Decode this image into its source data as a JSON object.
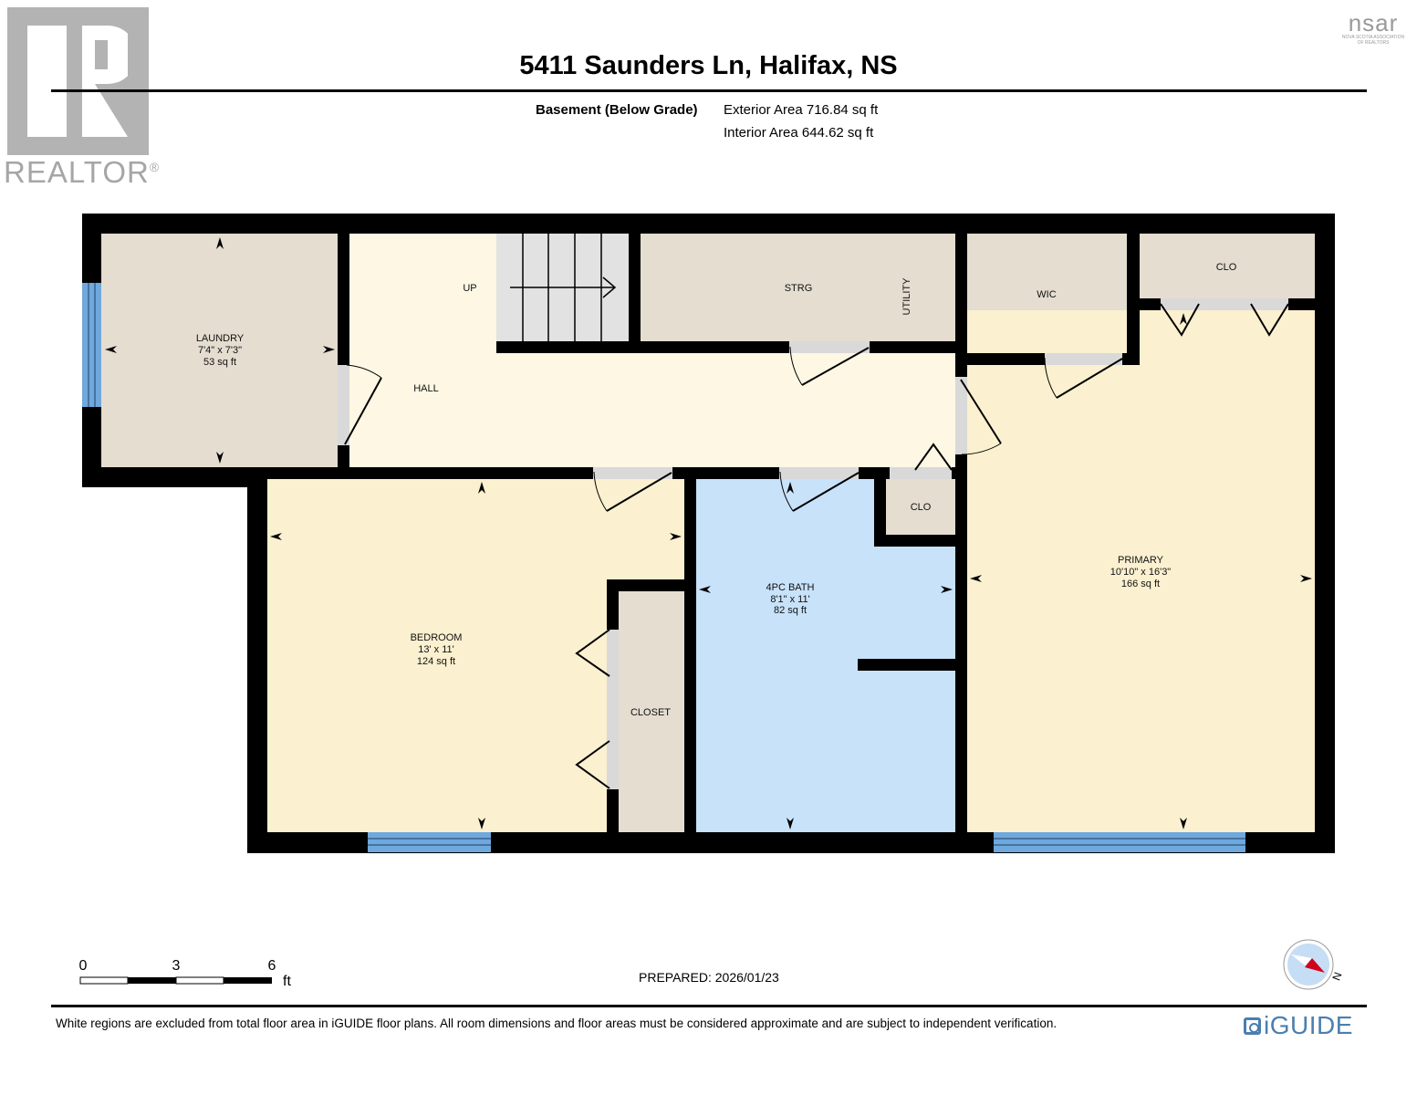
{
  "branding": {
    "realtor_logo_text": "REALTOR",
    "realtor_reg_mark": "®",
    "nsar_logo_text": "nsar",
    "nsar_subtext_1": "NOVA SCOTIA ASSOCIATION",
    "nsar_subtext_2": "OF REALTORS",
    "iguide_logo_text": "iGUIDE"
  },
  "header": {
    "title": "5411 Saunders Ln, Halifax, NS",
    "floor_label": "Basement (Below Grade)",
    "exterior_area": "Exterior Area 716.84 sq ft",
    "interior_area": "Interior Area 644.62 sq ft"
  },
  "colors": {
    "wall": "#000000",
    "bedroom_fill": "#fbf0cf",
    "hall_fill": "#fdf7e3",
    "utility_fill": "#e4ddd0",
    "bath_fill": "#c8e2fa",
    "stair_fill": "#e2e2e2",
    "door_opening": "#d9d9d9",
    "window_fill": "#6fa8dc",
    "window_line": "#1f3f66",
    "iguide_blue": "#4a7fb0",
    "compass_red": "#d0021b",
    "compass_blue": "#c5def5"
  },
  "rooms": {
    "laundry": {
      "name": "LAUNDRY",
      "dims": "7'4\" x 7'3\"",
      "area": "53 sq ft"
    },
    "hall": {
      "name": "HALL"
    },
    "stairs": {
      "label": "UP"
    },
    "storage": {
      "name": "STRG"
    },
    "utility": {
      "name": "UTILITY"
    },
    "wic": {
      "name": "WIC"
    },
    "primary_closet": {
      "name": "CLO"
    },
    "bath_closet": {
      "name": "CLO"
    },
    "bedroom": {
      "name": "BEDROOM",
      "dims": "13' x 11'",
      "area": "124 sq ft"
    },
    "closet": {
      "name": "CLOSET"
    },
    "bath": {
      "name": "4PC BATH",
      "dims": "8'1\" x 11'",
      "area": "82 sq ft"
    },
    "primary": {
      "name": "PRIMARY",
      "dims": "10'10\" x 16'3\"",
      "area": "166 sq ft"
    }
  },
  "scale_bar": {
    "ticks": [
      "0",
      "3",
      "6"
    ],
    "unit": "ft"
  },
  "footer": {
    "prepared": "PREPARED: 2026/01/23",
    "disclaimer": "White regions are excluded from total floor area in iGUIDE floor plans. All room dimensions and floor areas must be considered approximate and are subject to independent verification.",
    "compass_label": "N"
  }
}
